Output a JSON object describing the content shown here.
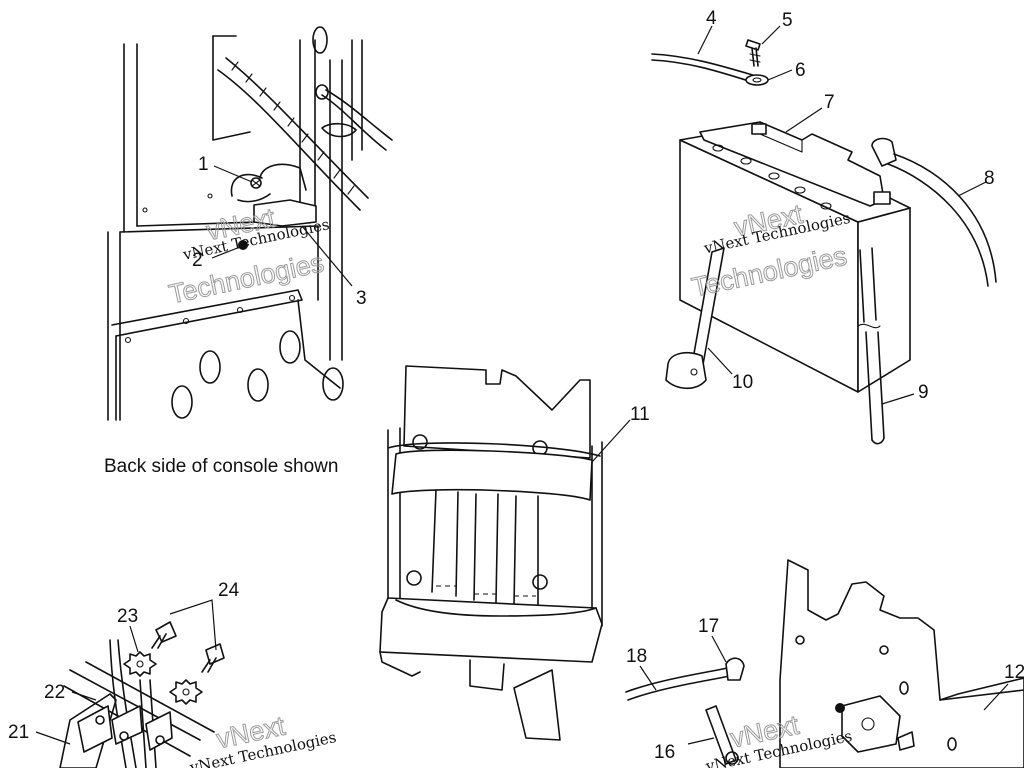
{
  "caption": "Back side of console shown",
  "watermark": {
    "line1": "vNext Technologies",
    "line2": "Technologies",
    "line3": "vNext"
  },
  "callouts": [
    {
      "num": "1",
      "part": "screw"
    },
    {
      "num": "2",
      "part": "nut"
    },
    {
      "num": "3",
      "part": "bracket"
    },
    {
      "num": "4",
      "part": "cable"
    },
    {
      "num": "5",
      "part": "screw"
    },
    {
      "num": "6",
      "part": "washer"
    },
    {
      "num": "7",
      "part": "battery"
    },
    {
      "num": "8",
      "part": "cable"
    },
    {
      "num": "9",
      "part": "vent-tube"
    },
    {
      "num": "10",
      "part": "strap"
    },
    {
      "num": "11",
      "part": "battery-box"
    },
    {
      "num": "12",
      "part": "bracket"
    },
    {
      "num": "16",
      "part": "fastener"
    },
    {
      "num": "17",
      "part": "cable-end"
    },
    {
      "num": "18",
      "part": "cable"
    },
    {
      "num": "21",
      "part": "harness-bracket"
    },
    {
      "num": "22",
      "part": "clamp"
    },
    {
      "num": "23",
      "part": "nut"
    },
    {
      "num": "24",
      "part": "screw"
    }
  ]
}
